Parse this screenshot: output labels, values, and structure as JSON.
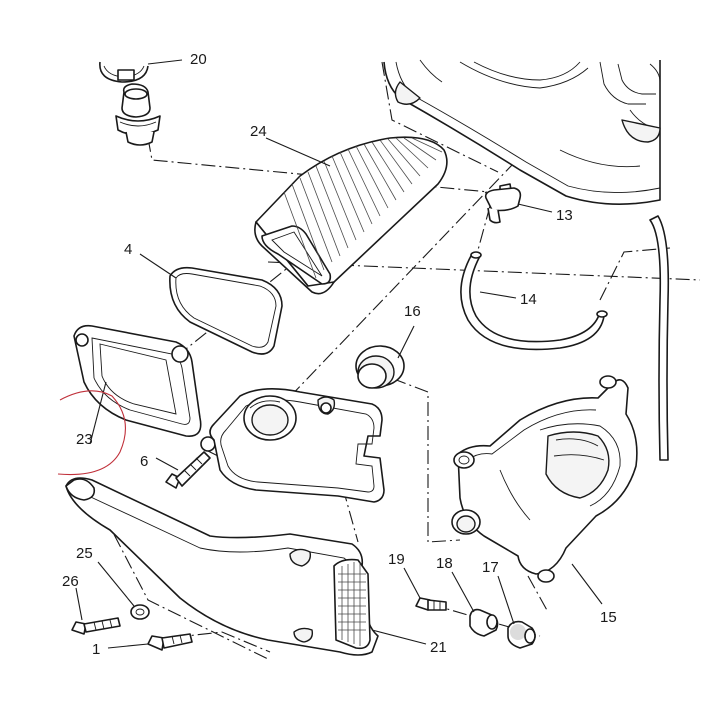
{
  "labels": {
    "l1": "1",
    "l4": "4",
    "l6": "6",
    "l13": "13",
    "l14": "14",
    "l15": "15",
    "l16": "16",
    "l17": "17",
    "l18": "18",
    "l19": "19",
    "l21": "21",
    "l23": "23",
    "l24": "24",
    "l25": "25",
    "l26": "26",
    "l20": "20"
  },
  "colors": {
    "line": "#1a1a1a",
    "highlight": "#c0303a",
    "background": "#ffffff"
  }
}
